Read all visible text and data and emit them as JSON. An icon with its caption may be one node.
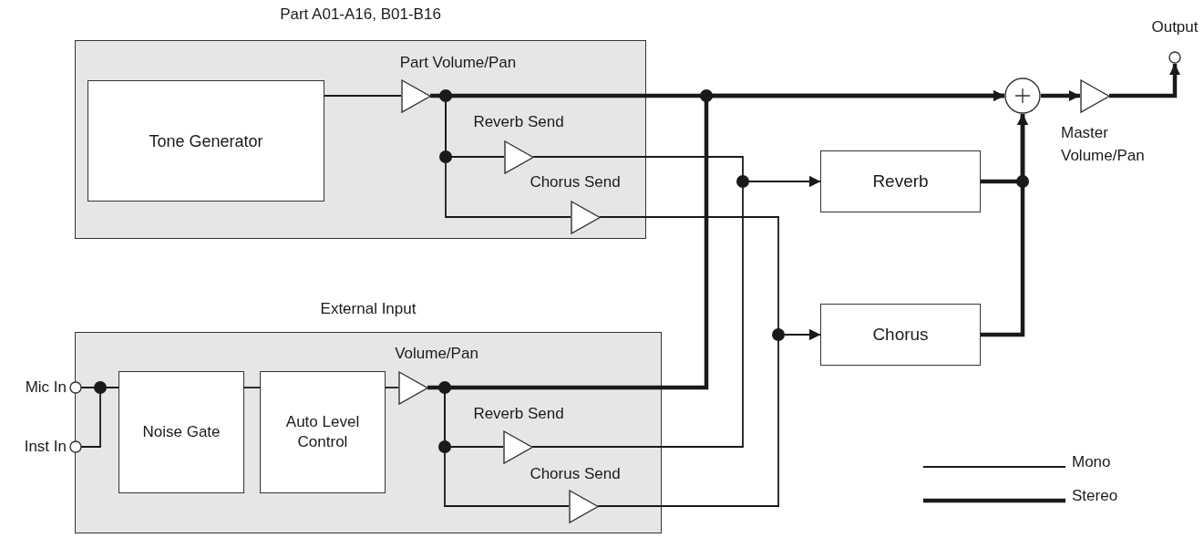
{
  "diagram": {
    "nodes": [
      {
        "text": [
          "Part A01-A16, B01-B16"
        ]
      },
      {
        "text": [
          "Tone Generator"
        ],
        "in": 0
      },
      {
        "text": [
          "Part Volume/Pan"
        ],
        "in": 0
      },
      {
        "text": [
          "Reverb Send"
        ],
        "in": 0
      },
      {
        "text": [
          "Chorus Send"
        ],
        "in": 0
      },
      {
        "text": [
          "External Input"
        ]
      },
      {
        "text": [
          "Mic In"
        ]
      },
      {
        "text": [
          "Inst In"
        ]
      },
      {
        "text": [
          "Noise Gate"
        ],
        "in": 5
      },
      {
        "text": [
          "Auto Level Control"
        ],
        "in": 5
      },
      {
        "text": [
          "Volume/Pan"
        ],
        "in": 5
      },
      {
        "text": [
          "Reverb Send"
        ],
        "in": 5
      },
      {
        "text": [
          "Chorus Send"
        ],
        "in": 5
      },
      {
        "text": [
          "Reverb"
        ]
      },
      {
        "text": [
          "Chorus"
        ]
      },
      {
        "text": [],
        "shape": "circle"
      },
      {
        "text": [
          "Master Volume/Pan"
        ]
      },
      {
        "text": [
          "Output"
        ]
      }
    ],
    "edges": [
      {
        "from": 1,
        "to": 2,
        "arrow": "none"
      },
      {
        "from": 2,
        "to": 15,
        "arrow": "to",
        "style": "thick"
      },
      {
        "from": 2,
        "to": 3,
        "arrow": "none"
      },
      {
        "from": 2,
        "to": 4,
        "arrow": "none"
      },
      {
        "from": 3,
        "to": 13,
        "arrow": "to"
      },
      {
        "from": 4,
        "to": 14,
        "arrow": "to"
      },
      {
        "from": 6,
        "to": 8,
        "arrow": "none"
      },
      {
        "from": 7,
        "to": 8,
        "arrow": "none"
      },
      {
        "from": 8,
        "to": 9,
        "arrow": "none"
      },
      {
        "from": 9,
        "to": 10,
        "arrow": "none"
      },
      {
        "from": 10,
        "to": 15,
        "arrow": "to",
        "style": "thick"
      },
      {
        "from": 10,
        "to": 11,
        "arrow": "none"
      },
      {
        "from": 10,
        "to": 12,
        "arrow": "none"
      },
      {
        "from": 11,
        "to": 13,
        "arrow": "to"
      },
      {
        "from": 12,
        "to": 14,
        "arrow": "to"
      },
      {
        "from": 13,
        "to": 15,
        "arrow": "to",
        "style": "thick"
      },
      {
        "from": 14,
        "to": 15,
        "arrow": "to",
        "style": "thick"
      },
      {
        "from": 15,
        "to": 16,
        "arrow": "to",
        "style": "thick"
      },
      {
        "from": 16,
        "to": 17,
        "arrow": "to",
        "style": "thick"
      }
    ],
    "legend": [
      {
        "text": "Mono"
      },
      {
        "text": "Stereo"
      }
    ]
  }
}
